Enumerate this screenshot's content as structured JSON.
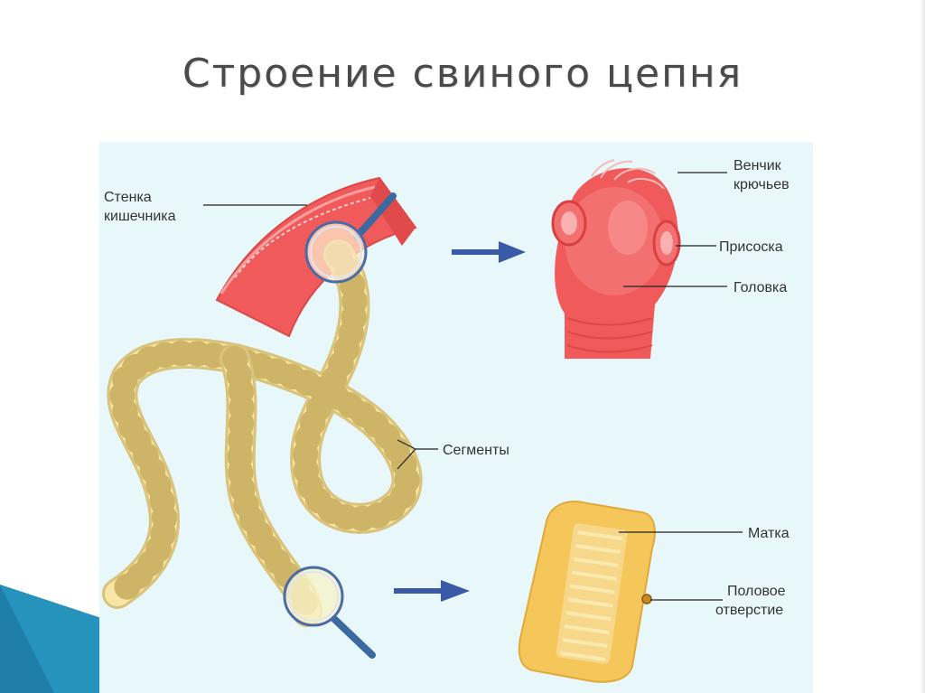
{
  "title": "Строение свиного цепня",
  "labels": {
    "intestine_wall_1": "Стенка",
    "intestine_wall_2": "кишечника",
    "hooks_1": "Венчик",
    "hooks_2": "крючьев",
    "sucker": "Присоска",
    "head": "Головка",
    "segments": "Сегменты",
    "uterus": "Матка",
    "genital_1": "Половое",
    "genital_2": "отверстие"
  },
  "colors": {
    "background": "#e8f7f9",
    "tissue": "#f05a5a",
    "worm": "#f7e6a6",
    "arrow": "#3a5aa8",
    "corner": "#1f7fa8"
  },
  "icons": [
    "magnifier-icon",
    "arrow-right-icon"
  ]
}
